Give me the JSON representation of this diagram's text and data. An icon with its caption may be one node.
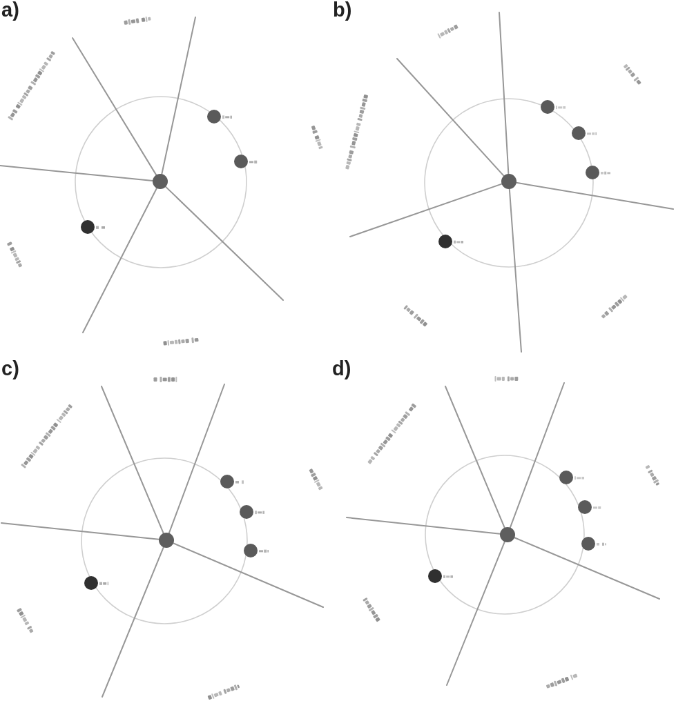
{
  "diagram": {
    "nodes": [
      {
        "text": [],
        "shape": "circle"
      },
      {
        "text": [],
        "shape": "circle"
      },
      {
        "text": [],
        "shape": "circle"
      },
      {
        "text": [],
        "shape": "circle"
      },
      {
        "text": [],
        "shape": "circle"
      },
      {
        "text": [],
        "shape": "circle"
      },
      {
        "text": [],
        "shape": "circle"
      },
      {
        "text": [],
        "shape": "circle"
      },
      {
        "text": [],
        "shape": "circle"
      },
      {
        "text": [],
        "shape": "circle"
      },
      {
        "text": [],
        "shape": "circle"
      },
      {
        "text": [],
        "shape": "circle"
      },
      {
        "text": [],
        "shape": "circle"
      },
      {
        "text": [],
        "shape": "circle"
      },
      {
        "text": [],
        "shape": "circle"
      },
      {
        "text": [],
        "shape": "circle"
      },
      {
        "text": [],
        "shape": "circle"
      },
      {
        "text": [],
        "shape": "circle"
      },
      {
        "text": [],
        "shape": "circle"
      }
    ],
    "edges": [
      {
        "from": 0,
        "to": null,
        "arrow": "none"
      },
      {
        "from": 0,
        "to": null,
        "arrow": "none"
      },
      {
        "from": 0,
        "to": null,
        "arrow": "none"
      },
      {
        "from": 0,
        "to": null,
        "arrow": "none"
      },
      {
        "from": 0,
        "to": null,
        "arrow": "none"
      },
      {
        "from": 4,
        "to": null,
        "arrow": "none"
      },
      {
        "from": 4,
        "to": null,
        "arrow": "none"
      },
      {
        "from": 4,
        "to": null,
        "arrow": "none"
      },
      {
        "from": 4,
        "to": null,
        "arrow": "none"
      },
      {
        "from": 4,
        "to": null,
        "arrow": "none"
      },
      {
        "from": 9,
        "to": null,
        "arrow": "none"
      },
      {
        "from": 9,
        "to": null,
        "arrow": "none"
      },
      {
        "from": 9,
        "to": null,
        "arrow": "none"
      },
      {
        "from": 9,
        "to": null,
        "arrow": "none"
      },
      {
        "from": 9,
        "to": null,
        "arrow": "none"
      },
      {
        "from": 14,
        "to": null,
        "arrow": "none"
      },
      {
        "from": 14,
        "to": null,
        "arrow": "none"
      },
      {
        "from": 14,
        "to": null,
        "arrow": "none"
      },
      {
        "from": 14,
        "to": null,
        "arrow": "none"
      },
      {
        "from": 14,
        "to": null,
        "arrow": "none"
      }
    ],
    "labels": [
      "a)",
      "b)",
      "c)",
      "d)"
    ]
  }
}
